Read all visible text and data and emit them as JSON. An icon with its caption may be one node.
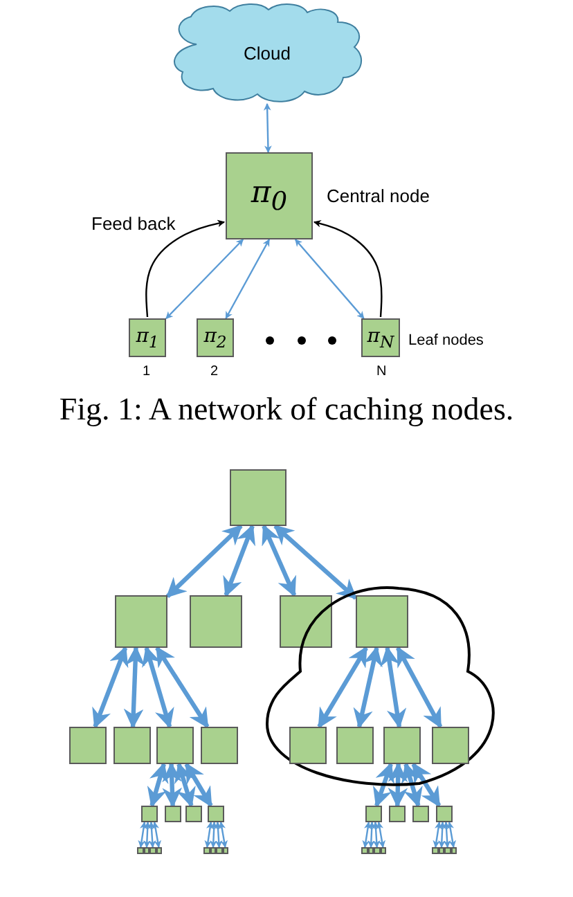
{
  "diagram": {
    "caption": "Fig. 1: A network of caching nodes.",
    "nodes": [
      {
        "text": [
          "Cloud"
        ]
      },
      {
        "text": [
          "π$_{0}$"
        ],
        "beside": [
          "Central node"
        ]
      },
      {
        "text": [
          "π$_{1}$"
        ],
        "beside": [
          "1"
        ]
      },
      {
        "text": [
          "π$_{2}$"
        ],
        "beside": [
          "2"
        ]
      },
      {
        "text": [
          "π$_{N}$"
        ],
        "beside": [
          "N",
          "Leaf nodes"
        ]
      },
      {
        "text": [],
        "shape": "box"
      },
      {
        "text": [],
        "shape": "box"
      },
      {
        "text": [],
        "shape": "box"
      },
      {
        "text": [],
        "shape": "box"
      },
      {
        "text": [],
        "shape": "cloud"
      },
      {
        "text": [],
        "shape": "box",
        "in": 9
      },
      {
        "text": [],
        "shape": "box"
      },
      {
        "text": [],
        "shape": "box"
      },
      {
        "text": [],
        "shape": "box"
      },
      {
        "text": [],
        "shape": "box"
      },
      {
        "text": [],
        "shape": "box",
        "in": 9
      },
      {
        "text": [],
        "shape": "box",
        "in": 9
      },
      {
        "text": [],
        "shape": "box",
        "in": 9
      },
      {
        "text": [],
        "shape": "box",
        "in": 9
      },
      {
        "text": [],
        "shape": "box"
      },
      {
        "text": [],
        "shape": "box"
      },
      {
        "text": [],
        "shape": "box"
      },
      {
        "text": [],
        "shape": "box"
      },
      {
        "text": [],
        "shape": "box"
      },
      {
        "text": [],
        "shape": "box"
      },
      {
        "text": [],
        "shape": "box"
      },
      {
        "text": [],
        "shape": "box"
      },
      {
        "text": [],
        "shape": "box"
      },
      {
        "text": [],
        "shape": "box"
      },
      {
        "text": [],
        "shape": "box"
      },
      {
        "text": [],
        "shape": "box"
      },
      {
        "text": [],
        "shape": "box"
      },
      {
        "text": [],
        "shape": "box"
      },
      {
        "text": [],
        "shape": "box"
      },
      {
        "text": [],
        "shape": "box"
      },
      {
        "text": [],
        "shape": "box"
      },
      {
        "text": [],
        "shape": "box"
      },
      {
        "text": [],
        "shape": "box"
      },
      {
        "text": [],
        "shape": "box"
      },
      {
        "text": [],
        "shape": "box"
      },
      {
        "text": [],
        "shape": "box"
      },
      {
        "text": [],
        "shape": "box"
      },
      {
        "text": [],
        "shape": "box"
      }
    ],
    "edges": [
      {
        "from": 0,
        "to": 1,
        "arrow": "both"
      },
      {
        "from": 1,
        "to": 2,
        "arrow": "both"
      },
      {
        "from": 1,
        "to": 3,
        "arrow": "both"
      },
      {
        "from": 1,
        "to": 4,
        "arrow": "both"
      },
      {
        "from": 2,
        "to": 1,
        "arrow": "to",
        "label": "Feed back",
        "color": "#000000"
      },
      {
        "from": 4,
        "to": 1,
        "arrow": "to",
        "color": "#000000"
      },
      {
        "from": 5,
        "to": 6,
        "arrow": "both",
        "style": "thick"
      },
      {
        "from": 5,
        "to": 7,
        "arrow": "both",
        "style": "thick"
      },
      {
        "from": 5,
        "to": 8,
        "arrow": "both",
        "style": "thick"
      },
      {
        "from": 5,
        "to": 10,
        "arrow": "both",
        "style": "thick"
      },
      {
        "from": 6,
        "to": 11,
        "arrow": "both",
        "style": "thick"
      },
      {
        "from": 6,
        "to": 12,
        "arrow": "both",
        "style": "thick"
      },
      {
        "from": 6,
        "to": 13,
        "arrow": "both",
        "style": "thick"
      },
      {
        "from": 6,
        "to": 14,
        "arrow": "both",
        "style": "thick"
      },
      {
        "from": 10,
        "to": 15,
        "arrow": "both",
        "style": "thick"
      },
      {
        "from": 10,
        "to": 16,
        "arrow": "both",
        "style": "thick"
      },
      {
        "from": 10,
        "to": 17,
        "arrow": "both",
        "style": "thick"
      },
      {
        "from": 10,
        "to": 18,
        "arrow": "both",
        "style": "thick"
      },
      {
        "from": 13,
        "to": 19,
        "arrow": "both",
        "style": "thick"
      },
      {
        "from": 13,
        "to": 20,
        "arrow": "both",
        "style": "thick"
      },
      {
        "from": 13,
        "to": 21,
        "arrow": "both",
        "style": "thick"
      },
      {
        "from": 13,
        "to": 22,
        "arrow": "both",
        "style": "thick"
      },
      {
        "from": 17,
        "to": 23,
        "arrow": "both",
        "style": "thick"
      },
      {
        "from": 17,
        "to": 24,
        "arrow": "both",
        "style": "thick"
      },
      {
        "from": 17,
        "to": 25,
        "arrow": "both",
        "style": "thick"
      },
      {
        "from": 17,
        "to": 26,
        "arrow": "both",
        "style": "thick"
      },
      {
        "from": 19,
        "to": 27,
        "arrow": "both"
      },
      {
        "from": 19,
        "to": 28,
        "arrow": "both"
      },
      {
        "from": 19,
        "to": 29,
        "arrow": "both"
      },
      {
        "from": 19,
        "to": 30,
        "arrow": "both"
      },
      {
        "from": 22,
        "to": 31,
        "arrow": "both"
      },
      {
        "from": 22,
        "to": 32,
        "arrow": "both"
      },
      {
        "from": 22,
        "to": 33,
        "arrow": "both"
      },
      {
        "from": 22,
        "to": 34,
        "arrow": "both"
      },
      {
        "from": 23,
        "to": 35,
        "arrow": "both"
      },
      {
        "from": 23,
        "to": 36,
        "arrow": "both"
      },
      {
        "from": 23,
        "to": 37,
        "arrow": "both"
      },
      {
        "from": 23,
        "to": 38,
        "arrow": "both"
      },
      {
        "from": 26,
        "to": 39,
        "arrow": "both"
      },
      {
        "from": 26,
        "to": 40,
        "arrow": "both"
      },
      {
        "from": 26,
        "to": 41,
        "arrow": "both"
      },
      {
        "from": 26,
        "to": 42,
        "arrow": "both"
      }
    ]
  }
}
